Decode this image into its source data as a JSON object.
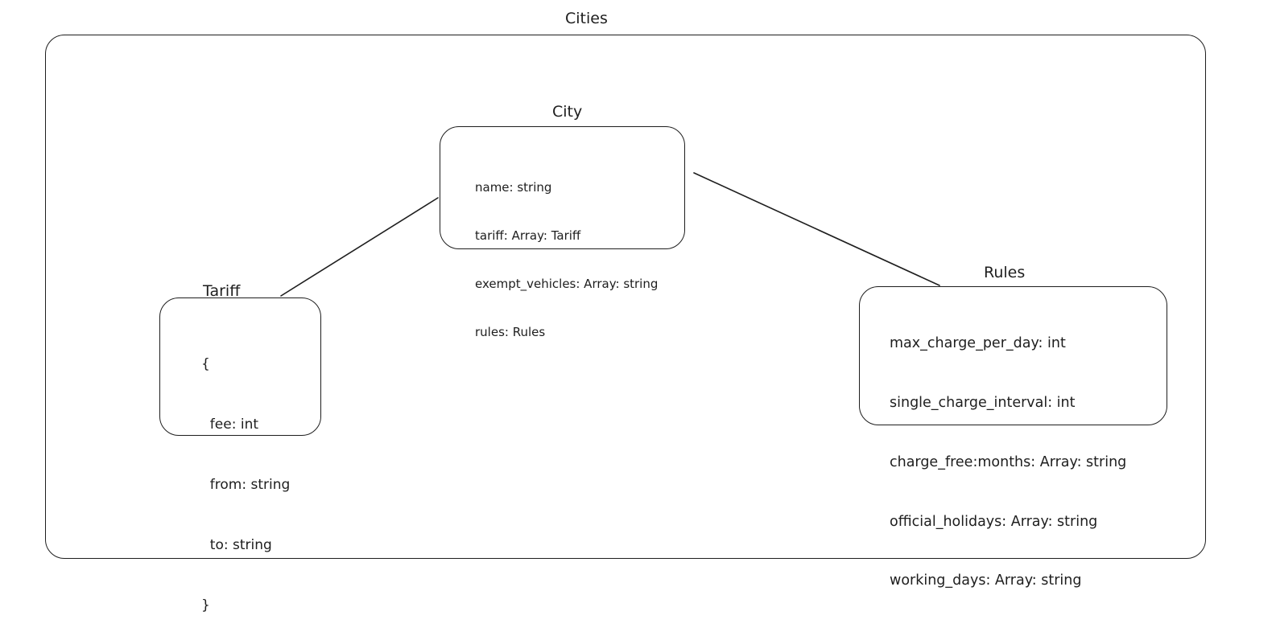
{
  "diagram": {
    "container": {
      "title": "Cities"
    },
    "nodes": {
      "city": {
        "title": "City",
        "fields": [
          "name: string",
          "tariff: Array: Tariff",
          "exempt_vehicles: Array: string",
          "rules: Rules"
        ]
      },
      "tariff": {
        "title": "Tariff",
        "fields": [
          "{",
          "  fee: int",
          "  from: string",
          "  to: string",
          "}"
        ]
      },
      "rules": {
        "title": "Rules",
        "fields": [
          "max_charge_per_day: int",
          "single_charge_interval: int",
          "charge_free:months: Array: string",
          "official_holidays: Array: string",
          "working_days: Array: string"
        ]
      }
    },
    "edges": [
      {
        "from": "tariff",
        "to": "city"
      },
      {
        "from": "city",
        "to": "rules"
      }
    ],
    "stroke_color": "#1e1e1e",
    "background_color": "#ffffff"
  }
}
